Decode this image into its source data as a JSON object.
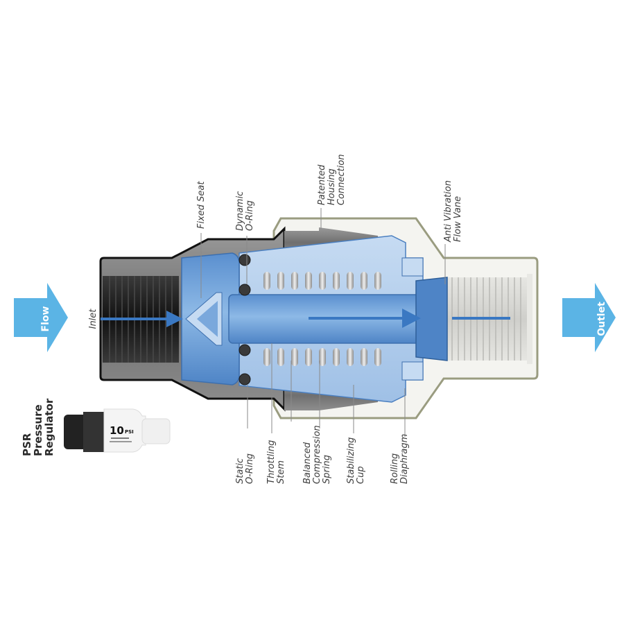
{
  "diagram": {
    "title": "PSR Pressure Regulator cutaway",
    "colors": {
      "flow_arrow": "#5bb4e5",
      "flow_line": "#3a78c2",
      "body_blue": "#6fa3d8",
      "body_light_blue": "#a9c8ea",
      "gray_housing": "#7b7b7b",
      "dark_housing": "#2a2a2a",
      "white_housing": "#f2f2ee",
      "housing_outline": "#9a9c80"
    },
    "flow_arrows": {
      "inlet_arrow_label": "Flow",
      "outlet_arrow_label": "Outlet"
    },
    "labels": {
      "inlet": "Inlet",
      "fixed_seat": "Fixed Seat",
      "dynamic_o_ring": [
        "Dynamic",
        "O-Ring"
      ],
      "patented_housing_connection": [
        "Patented",
        "Housing",
        "Connection"
      ],
      "anti_vibration_flow_vane": [
        "Anti Vibration",
        "Flow Vane"
      ],
      "static_o_ring": [
        "Static",
        "O-Ring"
      ],
      "throttling_stem": [
        "Throttling",
        "Stem"
      ],
      "balanced_compression_spring": [
        "Balanced",
        "Compression",
        "Spring"
      ],
      "stabilizing_cup": [
        "Stabilizing",
        "Cup"
      ],
      "rolling_diaphragm": [
        "Rolling",
        "Diaphragm"
      ]
    },
    "product": {
      "name_lines": [
        "PSR",
        "Pressure",
        "Regulator"
      ],
      "badge_value": "10",
      "badge_unit": "PSI"
    }
  }
}
